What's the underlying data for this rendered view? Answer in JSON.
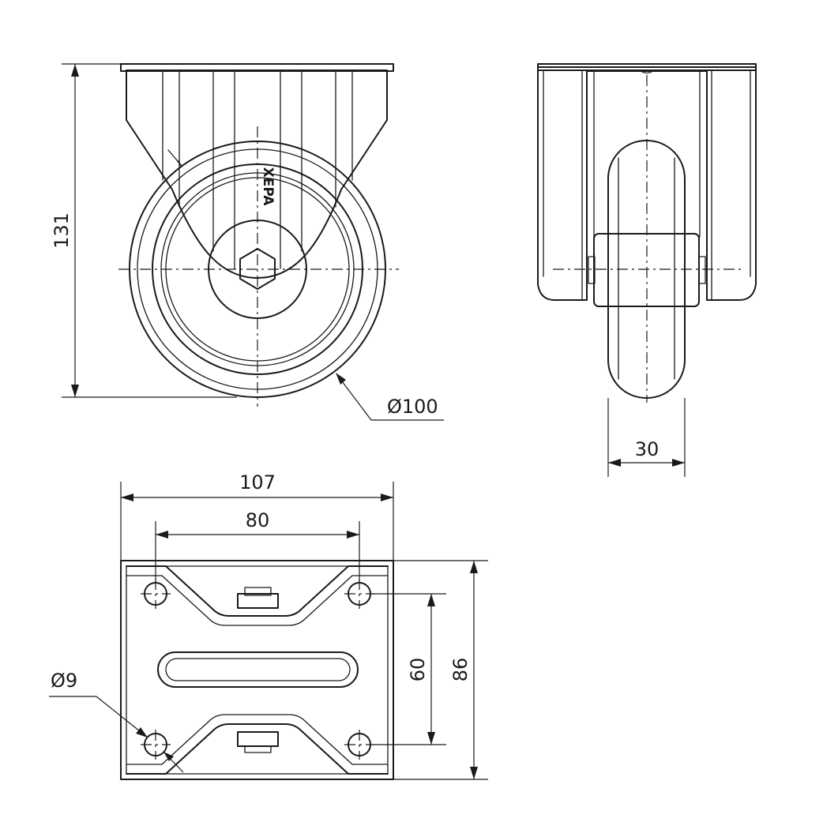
{
  "drawing": {
    "dimensions": {
      "height_total": "131",
      "wheel_diameter": "Ø100",
      "wheel_width": "30",
      "plate_width": "107",
      "hole_spacing_x": "80",
      "hole_spacing_y": "60",
      "plate_length": "86",
      "hole_diameter": "Ø9"
    },
    "brand_mark": "XEPA"
  }
}
